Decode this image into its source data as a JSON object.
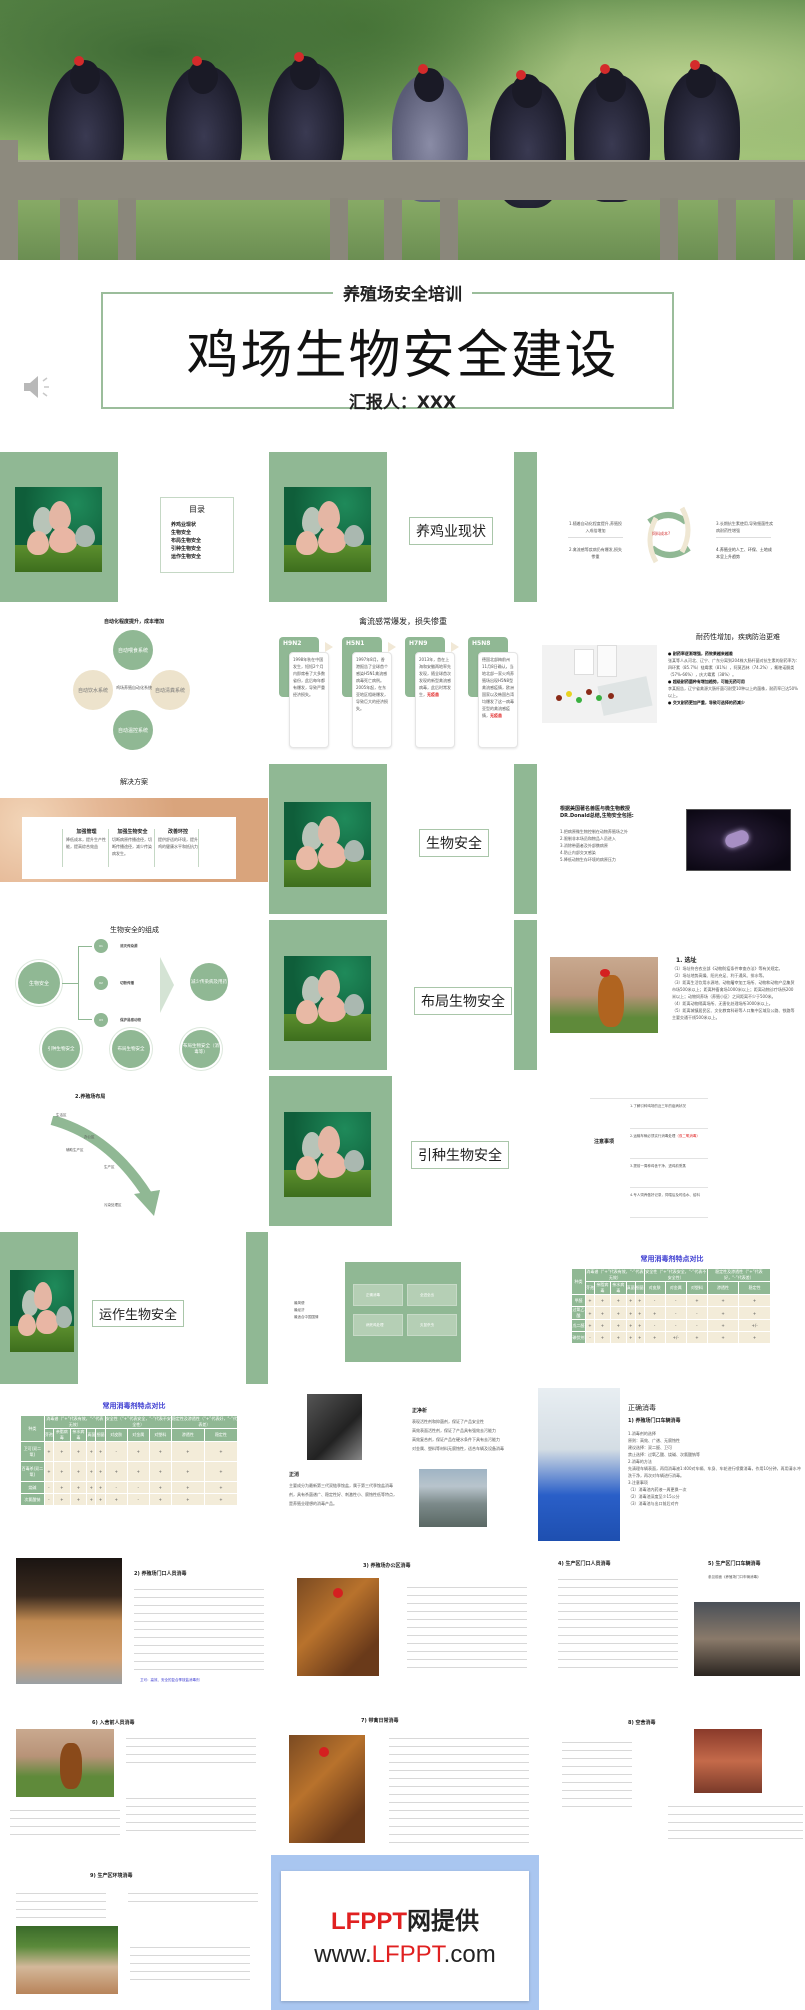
{
  "cover": {
    "subtitle": "养殖场安全培训",
    "title": "鸡场生物安全建设",
    "reporter": "汇报人：XXX",
    "speaker_icon": "speaker-icon"
  },
  "slides": {
    "toc": {
      "title": "目录",
      "items": [
        "养鸡业现状",
        "生物安全",
        "布局生物安全",
        "引种生物安全",
        "运作生物安全"
      ]
    },
    "section1": {
      "label": "养鸡业现状"
    },
    "cycle": {
      "center": "饲料成本?",
      "items": [
        "1.随着自动化程度提升,养殖投入成倍增加",
        "2.禽流感等疾病仍有爆发,损失惨重",
        "3.长期抗生素使用,导致细菌性疾病耐药性增强",
        "4.养殖业的人工、环保、土地成本呈上升趋势"
      ]
    },
    "automation": {
      "title": "自动化程度提升，成本增加",
      "center": "鸡场养殖自动化系统",
      "nodes": [
        "自动喂食系统",
        "自动清粪系统",
        "自动饮水系统",
        "自动温控系统"
      ]
    },
    "flu": {
      "title": "禽流感常爆发，损失惨重",
      "strains": [
        {
          "tag": "H9N2",
          "text": "1998年秋在中国发生，短短2个月内即席卷了大多数省份，此后每年都有爆发，导致严重经济损失。",
          "highlight": ""
        },
        {
          "tag": "H5N1",
          "text": "1997年8月，香港报告了全球首个感染H5N1禽流感病毒死亡病例。2005年起，在东亚地区相继爆发，导致巨大的经济损失。",
          "highlight": ""
        },
        {
          "tag": "H7N9",
          "text": "2013年，首在上海和安徽两地率先发现，随全球首次发现的新型禽流感病毒，此后时常发生，",
          "highlight": "无疫苗"
        },
        {
          "tag": "H5N8",
          "text": "德国北部梅前州11月8日确认，当地北部一家火鸡养殖场出现H5N8型禽流感疫情，欧洲国家以及韩国台湾均爆发了这一病毒亚型的禽流感疫情，",
          "highlight": "无疫苗"
        }
      ]
    },
    "resistance": {
      "title": "耐药性增加，疾病防治更难",
      "bullets": [
        {
          "head": "耐药率逐渐增强，药效果越来越差",
          "body": "张某等人从河北、辽宁、广东分离到204株大肠杆菌对抗生素的耐药率为：四环素（85.7%）链霉素（81%），阿莫西林（74.2%），氟喹诺酮类（57%-66%），庆大霉素（38%）。"
        },
        {
          "head": "超级耐药菌种有增加趋势，可能无药可用",
          "body": "李某报告，辽宁省禽源大肠杆菌可耐受10种以上的菌株，耐药率已达50%以上。"
        },
        {
          "head": "交叉耐药更加严重，导致可选择的药减少",
          "body": ""
        }
      ]
    },
    "solutions": {
      "title": "解决方案",
      "columns": [
        {
          "head": "加强管理",
          "body": "降低成本，提升生产性能，提高综合效益"
        },
        {
          "head": "加强生物安全",
          "body": "切断病原传播途径，切断传播途径，减少传染病发生。"
        },
        {
          "head": "改善环控",
          "body": "提供舒适的环境，提升鸡的健康水平和抵抗力"
        }
      ]
    },
    "section2": {
      "label": "生物安全"
    },
    "donald": {
      "title": "根据美国著名兽医与微生物教授DR.Donald总结,生物安全包括:",
      "items": [
        "1.把病原微生物控制在动物养殖场之外",
        "2.限制非本场员和物品人员进入",
        "3.消除带菌者及外部携病原",
        "4.防止内部交叉感染",
        "5.降低动物生存环境的病原压力"
      ]
    },
    "composition": {
      "title": "生物安全的组成",
      "root": "生物安全",
      "branches": [
        {
          "num": "01",
          "label": "消灭传染源"
        },
        {
          "num": "02",
          "label": "切断传播"
        },
        {
          "num": "03",
          "label": "保护易感动物"
        }
      ],
      "result": "减少传染病及用药",
      "bottom": [
        "引种生物安全",
        "布局生物安全",
        "布局生物安全（消毒等）"
      ]
    },
    "section3": {
      "label": "布局生物安全"
    },
    "site": {
      "title": "1. 选址",
      "items": [
        "（1）场址符合农业部《动物防疫条件审查办法》等有关规定。",
        "（2）场址地势高燥、阳光充足、利于通风、排水等。",
        "（3）距离生活饮用水源地、动物屠宰加工场所、动物和动物产品集贸市场500米以上；距离种畜禽场1000米以上；距离动物诊疗场所200米以上；动物饲养场（养殖小区）之间距离不少于500米。",
        "（4）距离动物隔离场所、无害化处理场所3000米以上。",
        "（5）距离城镇居民区、文化教育科研等人口集中区域及公路、铁路等主要交通干线500米以上。"
      ]
    },
    "layout": {
      "title": "2.养殖场布局",
      "zones": [
        "生活区",
        "办公区",
        "辅助生产区",
        "生产区",
        "污染处理区"
      ]
    },
    "section4": {
      "label": "引种生物安全"
    },
    "notice": {
      "label": "注意事项",
      "items": [
        {
          "text": "1.了解引种鸡场的近三年的疫病状况",
          "extra": ""
        },
        {
          "text": "2.运输车辆必须实行消毒处理",
          "extra": "（双二氧消毒）"
        },
        {
          "text": "3.提前一周种鸡舍干净、进鸡前熏蒸",
          "extra": ""
        },
        {
          "text": "4.专人饲养做好记录，饲喂后及时给水、给料",
          "extra": ""
        }
      ]
    },
    "section5": {
      "label": "运作生物安全"
    },
    "methods": {
      "side": [
        "最简便",
        "最经济",
        "最适合中国国情"
      ],
      "boxes": [
        "正确消毒",
        "全进全出",
        "病死鸡处理",
        "灭鼠杀虫"
      ]
    },
    "table1": {
      "title": "常用消毒剂特点对比",
      "group_headers": [
        "种类",
        "消毒谱（“+”代表有效，“-”代表无效）",
        "安全性（“+”代表安全，“-”代表不安全性）",
        "稳定性及渗透性（“+”代表好，“-”代表差）"
      ],
      "sub_headers": [
        "芽孢",
        "亲脂病毒",
        "亲水病毒",
        "真菌",
        "细菌",
        "对皮肤",
        "对金属",
        "对塑料",
        "渗透性",
        "稳定性"
      ],
      "rows": [
        {
          "name": "甲醛",
          "values": [
            "+",
            "+",
            "+",
            "+",
            "+",
            "-",
            "-",
            "+",
            "+",
            "+"
          ]
        },
        {
          "name": "过氧乙酸",
          "values": [
            "+",
            "+",
            "+",
            "+",
            "+",
            "+",
            "-",
            "-",
            "+",
            "+"
          ]
        },
        {
          "name": "戊二醛",
          "values": [
            "+",
            "+",
            "+",
            "+",
            "+",
            "-",
            "-",
            "-",
            "+",
            "+/-"
          ]
        },
        {
          "name": "碘伏剂",
          "values": [
            "-",
            "+",
            "+",
            "+",
            "+",
            "+",
            "+/-",
            "+",
            "+",
            "+"
          ]
        }
      ]
    },
    "table2": {
      "title": "常用消毒剂特点对比",
      "rows": [
        {
          "name": "卫可(双二氧)",
          "values": [
            "+",
            "+",
            "+",
            "+",
            "+",
            "-",
            "+",
            "+",
            "+",
            "+"
          ]
        },
        {
          "name": "百毒杀(双二氧)",
          "values": [
            "+",
            "+",
            "+",
            "+",
            "+",
            "+",
            "+",
            "+",
            "+",
            "+"
          ]
        },
        {
          "name": "烧碱",
          "values": [
            "-",
            "+",
            "+",
            "+",
            "+",
            "-",
            "-",
            "+",
            "+",
            "+"
          ]
        },
        {
          "name": "次氯酸钠",
          "values": [
            "-",
            "+",
            "+",
            "+",
            "+",
            "+",
            "-",
            "+",
            "+",
            "+"
          ]
        }
      ]
    },
    "cleaning": {
      "clean_title": "正净析",
      "clean_items": [
        "表现活性剂和抑菌剂，保证了产品安全性",
        "高效表面活性剂，保证了产品具有强效去污能力",
        "高效复合剂，保证产品在硬水条件下具有去污能力",
        "对金属、塑料等材料无腐蚀性，适合车辆及设备消毒"
      ],
      "disinfect_title": "正消",
      "disinfect_text": "主要成分为最新第三代双链季铵盐，属于第三代季铵盐消毒剂，具有杀菌谱广、稳定性好、刺激性小、腐蚀性低等特点，是养殖业理想的消毒产品。"
    },
    "correct": {
      "title": "正确消毒",
      "sub": "1) 养殖场门口车辆消毒",
      "items": [
        "1.消毒剂的选择",
        "原则：高效、广谱、无腐蚀性",
        "建议选择：双二醛、卫可",
        "禁止选择：过氧乙酸、烧碱、次氯酸钠等",
        "2.消毒的方法",
        "先清理车辆表面，再用消毒液1:400对车辆、车身、车轮进行喷雾消毒，作用10分钟，再用清水冲洗干净，再次对车辆进行消毒。",
        "3.注意事项",
        "（1）消毒池内药液一周更换一次",
        "（2）消毒池深度至少15公分",
        "（3）消毒池与出口前后对齐"
      ]
    },
    "d2": {
      "title": "2) 养殖场门口人员消毒",
      "note": "卫可：高效、安全的复合季铵盐消毒剂"
    },
    "d3": {
      "title": "3) 养殖场办公区消毒"
    },
    "d4": {
      "title": "4) 生产区门口人员消毒"
    },
    "d5": {
      "title": "5) 生产区门口车辆消毒",
      "text": "参见前面《养殖场门口车辆消毒》"
    },
    "d6": {
      "title": "6) 入舍前人员消毒"
    },
    "d7": {
      "title": "7) 带禽日常消毒"
    },
    "d8": {
      "title": "8) 空舍消毒"
    },
    "d9": {
      "title": "9) 生产区环境消毒"
    },
    "provider": {
      "line1_red": "LFPPT",
      "line1_black": "网提供",
      "line2_pre": "www.",
      "line2_red": "LFPPT",
      "line2_post": ".com"
    }
  },
  "colors": {
    "accent_green": "#90b894",
    "beige": "#f3ecd9",
    "red": "#e02020",
    "link_blue": "#3a3ad0",
    "provider_border": "#a9c6f0"
  }
}
